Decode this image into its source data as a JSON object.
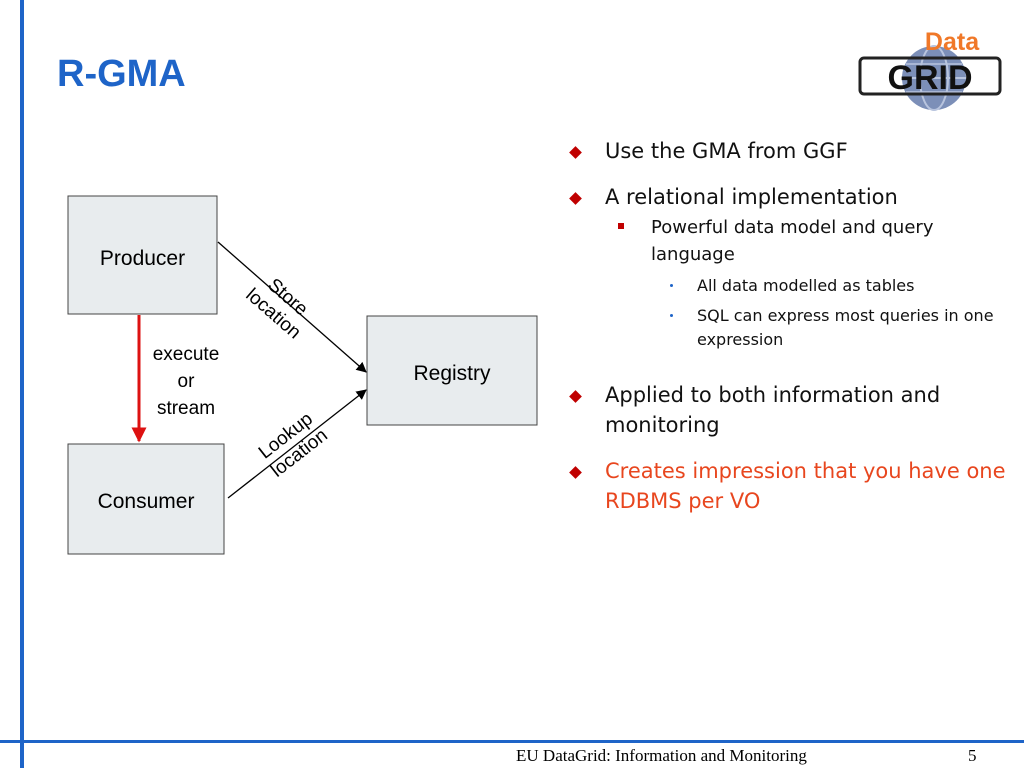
{
  "slide": {
    "title": "R-GMA",
    "logo": {
      "word_top": "Data",
      "word_bottom": "GRID"
    }
  },
  "diagram": {
    "producer": "Producer",
    "consumer": "Consumer",
    "registry": "Registry",
    "execute_label": [
      "execute",
      "or",
      "stream"
    ],
    "store_label": [
      "Store",
      "location"
    ],
    "lookup_label": [
      "Lookup",
      "location"
    ]
  },
  "bullets": {
    "item1": "Use the GMA from GGF",
    "item2": "A relational implementation",
    "item2_sub": "Powerful data model and query language",
    "item2_sub_sub1": "All data modelled as tables",
    "item2_sub_sub2": "SQL can express most queries in one expression",
    "item3": "Applied to both information and monitoring",
    "item4": "Creates impression that you have one RDBMS per VO"
  },
  "footer": {
    "text": "EU DataGrid: Information and Monitoring",
    "page": "5"
  },
  "colors": {
    "accent_blue": "#1E64C8",
    "bullet_red": "#C00000",
    "highlight_orange": "#E8461E",
    "arrow_red": "#DD1111",
    "box_fill": "#E8ECEE"
  }
}
